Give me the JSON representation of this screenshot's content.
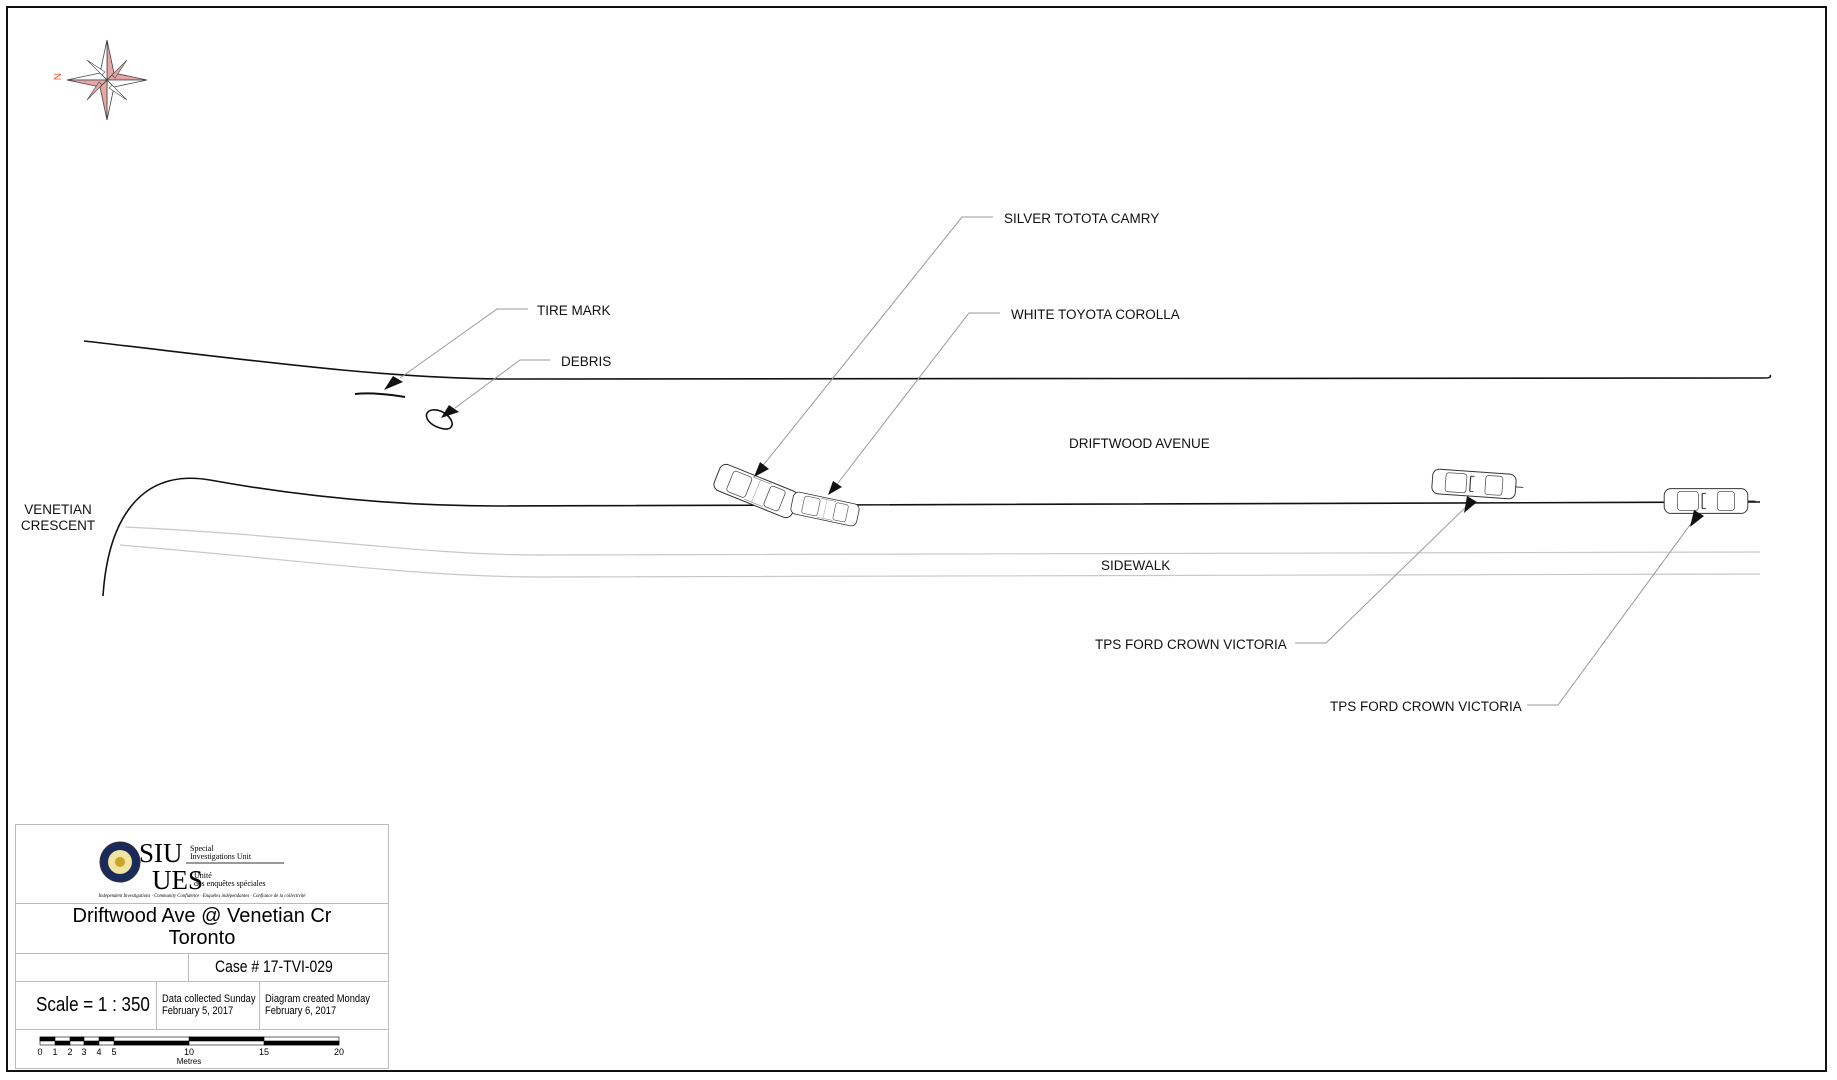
{
  "compass": {
    "north_label": "N"
  },
  "roads": {
    "main_road": "DRIFTWOOD AVENUE",
    "cross_street": [
      "VENETIAN",
      "CRESCENT"
    ],
    "sidewalk": "SIDEWALK"
  },
  "callouts": {
    "tire_mark": "TIRE MARK",
    "debris": "DEBRIS",
    "camry": "SILVER TOTOTA CAMRY",
    "corolla": "WHITE TOYOTA COROLLA",
    "crown_victoria_1": "TPS FORD CROWN VICTORIA",
    "crown_victoria_2": "TPS FORD CROWN VICTORIA"
  },
  "title_block": {
    "logo": {
      "siu": "SIU",
      "ues": "UES",
      "special": "Special",
      "investigations_unit": "Investigations Unit",
      "unite": "Unité",
      "des_enquetes": "des enquêtes spéciales",
      "tagline": "Independent Investigations · Community Confidence · Enquêtes indépendantes · Confiance de la collectivité"
    },
    "location_line1": "Driftwood Ave @ Venetian Cr",
    "location_line2": "Toronto",
    "case": "Case # 17-TVI-029",
    "scale": "Scale =  1 : 350",
    "data_collected_1": "Data collected Sunday",
    "data_collected_2": "February 5, 2017",
    "diagram_created_1": "Diagram created Monday",
    "diagram_created_2": "February 6, 2017",
    "scalebar_ticks": [
      "0",
      "1",
      "2",
      "3",
      "4",
      "5",
      "10",
      "15",
      "20"
    ],
    "scalebar_unit": "Metres"
  }
}
